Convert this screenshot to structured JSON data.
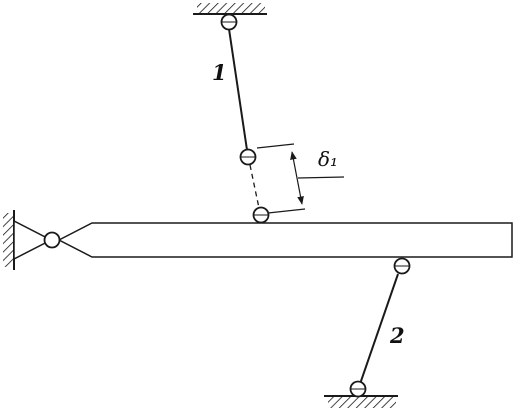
{
  "diagram": {
    "labels": {
      "bar_1": "1",
      "bar_2": "2",
      "gap": "δ₁"
    },
    "colors": {
      "stroke": "#1a1a1a",
      "background": "#ffffff"
    }
  }
}
